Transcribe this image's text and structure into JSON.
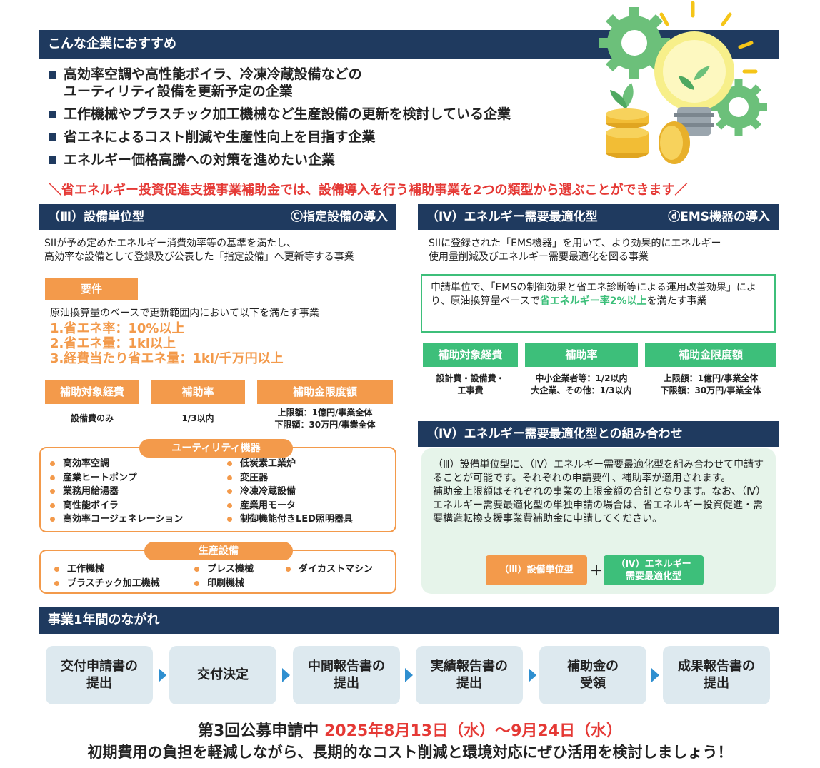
{
  "recommend": {
    "title": "こんな企業におすすめ",
    "items": [
      "高効率空調や高性能ボイラ、冷凍冷蔵設備などの\nユーティリティ設備を更新予定の企業",
      "工作機械やプラスチック加工機械など生産設備の更新を検討している企業",
      "省エネによるコスト削減や生産性向上を目指す企業",
      "エネルギー価格高騰への対策を進めたい企業"
    ]
  },
  "banner": "＼省エネルギー投資促進支援事業補助金では、設備導入を行う補助事業を2つの類型から選ぶことができます／",
  "type3": {
    "title": "（Ⅲ）設備単位型",
    "subtitle": "Ⓒ指定設備の導入",
    "description": "SIIが予め定めたエネルギー消費効率等の基準を満たし、\n高効率な設備として登録及び公表した「指定設備」へ更新等する事業",
    "req_label": "要件",
    "req_intro": "原油換算量のベースで更新範囲内において以下を満たす事業",
    "req_items": [
      "1.省エネ率：10%以上",
      "2.省エネ量：1kl以上",
      "3.経費当たり省エネ量：1kl/千万円以上"
    ],
    "headers": [
      "補助対象経費",
      "補助率",
      "補助金限度額"
    ],
    "values": [
      "設備費のみ",
      "1/3以内",
      "上限額：1億円/事業全体\n下限額：30万円/事業全体"
    ],
    "utility": {
      "title": "ユーティリティ機器",
      "left": [
        "高効率空調",
        "産業ヒートポンプ",
        "業務用給湯器",
        "高性能ボイラ",
        "高効率コージェネレーション"
      ],
      "right": [
        "低炭素工業炉",
        "変圧器",
        "冷凍冷蔵設備",
        "産業用モータ",
        "制御機能付きLED照明器具"
      ]
    },
    "production": {
      "title": "生産設備",
      "col1": [
        "工作機械",
        "プラスチック加工機械"
      ],
      "col2": [
        "プレス機械",
        "印刷機械"
      ],
      "col3": [
        "ダイカストマシン"
      ]
    }
  },
  "type4": {
    "title": "（Ⅳ）エネルギー需要最適化型",
    "subtitle": "ⓓEMS機器の導入",
    "description": "SIIに登録された「EMS機器」を用いて、より効果的にエネルギー\n使用量削減及びエネルギー需要最適化を図る事業",
    "req_text_1": "申請単位で、「EMSの制御効果と省エネ診断等による運用改善効果」により、原油換算量ベースで",
    "req_highlight": "省エネルギー率2%以上",
    "req_text_2": "を満たす事業",
    "headers": [
      "補助対象経費",
      "補助率",
      "補助金限度額"
    ],
    "values": [
      "設計費・設備費・\n工事費",
      "中小企業者等：1/2以内\n大企業、その他：1/3以内",
      "上限額：1億円/事業全体\n下限額：30万円/事業全体"
    ]
  },
  "combo": {
    "title": "（Ⅳ）エネルギー需要最適化型との組み合わせ",
    "text": "（Ⅲ）設備単位型に、（Ⅳ）エネルギー需要最適化型を組み合わせて申請することが可能です。それぞれの申請要件、補助率が適用されます。\n補助金上限額はそれぞれの事業の上限金額の合計となります。なお、（Ⅳ）エネルギー需要最適化型の単独申請の場合は、省エネルギー投資促進・需要構造転換支援事業費補助金に申請してください。",
    "btn1": "（Ⅲ）設備単位型",
    "plus": "＋",
    "btn2": "（Ⅳ）エネルギー\n需要最適化型"
  },
  "flow": {
    "title": "事業1年間のながれ",
    "steps": [
      "交付申請書の\n提出",
      "交付決定",
      "中間報告書の\n提出",
      "実績報告書の\n提出",
      "補助金の\n受領",
      "成果報告書の\n提出"
    ]
  },
  "footer": {
    "prefix": "第3回公募申請中",
    "dates": "2025年8月13日（水）～9月24日（水）",
    "line2": "初期費用の負担を軽減しながら、長期的なコスト削減と環境対応にぜひ活用を検討しましょう！"
  },
  "colors": {
    "navy": "#1f3a5f",
    "orange": "#f39a4b",
    "green": "#3dbf7a",
    "red": "#e53935",
    "flow_bg": "#dde9ef"
  }
}
